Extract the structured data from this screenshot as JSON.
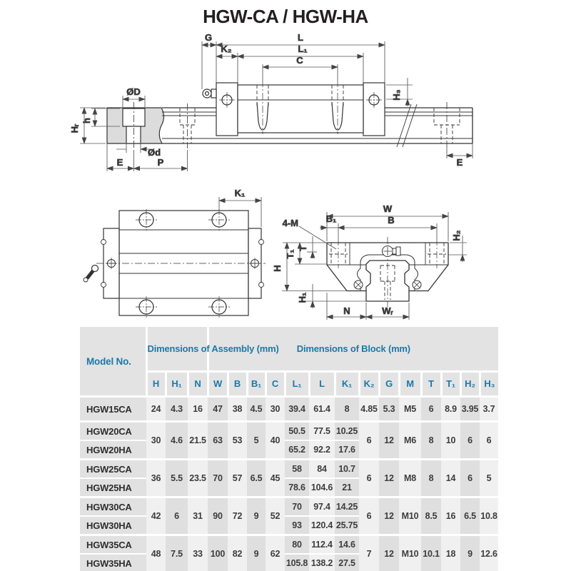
{
  "title": "HGW-CA / HGW-HA",
  "colors": {
    "header-text": "#1b79a8",
    "header-bg": "#e3e3e3",
    "band-light": "#f0f0f0",
    "band-dark": "#dfdfdf",
    "model-bg": "#e1e1e1",
    "rail-fill": "#dcdcdc",
    "line": "#333333",
    "title": "#231f20"
  },
  "drawings": {
    "labels": {
      "g": "G",
      "k2": "K₂",
      "l": "L",
      "l1": "L₁",
      "c": "C",
      "h3": "H₃",
      "e_right": "E",
      "od_big": "ØD",
      "h_small": "h",
      "hr": "Hᵣ",
      "od_small": "Ød",
      "e_left": "E",
      "p": "P",
      "k1": "K₁",
      "w": "W",
      "b1": "B₁",
      "b": "B",
      "four_m": "4-M",
      "h2": "H₂",
      "t": "T",
      "t1": "T₁",
      "h_block": "H",
      "h1": "H₁",
      "n": "N",
      "wr": "Wᵣ"
    }
  },
  "table": {
    "model_header": "Model No.",
    "assembly_header": "Dimensions of Assembly (mm)",
    "block_header": "Dimensions of Block (mm)",
    "columns": [
      "H",
      "H₁",
      "N",
      "W",
      "B",
      "B₁",
      "C",
      "L₁",
      "L",
      "K₁",
      "K₂",
      "G",
      "M",
      "T",
      "T₁",
      "H₂",
      "H₃"
    ],
    "groups": [
      {
        "models": [
          "HGW15CA"
        ],
        "rows": [
          [
            "39.4",
            "61.4",
            "8"
          ]
        ],
        "shared": [
          "24",
          "4.3",
          "16",
          "47",
          "38",
          "4.5",
          "30",
          "4.85",
          "5.3",
          "M5",
          "6",
          "8.9",
          "3.95",
          "3.7"
        ]
      },
      {
        "models": [
          "HGW20CA",
          "HGW20HA"
        ],
        "rows": [
          [
            "50.5",
            "77.5",
            "10.25"
          ],
          [
            "65.2",
            "92.2",
            "17.6"
          ]
        ],
        "shared": [
          "30",
          "4.6",
          "21.5",
          "63",
          "53",
          "5",
          "40",
          "6",
          "12",
          "M6",
          "8",
          "10",
          "6",
          "6"
        ]
      },
      {
        "models": [
          "HGW25CA",
          "HGW25HA"
        ],
        "rows": [
          [
            "58",
            "84",
            "10.7"
          ],
          [
            "78.6",
            "104.6",
            "21"
          ]
        ],
        "shared": [
          "36",
          "5.5",
          "23.5",
          "70",
          "57",
          "6.5",
          "45",
          "6",
          "12",
          "M8",
          "8",
          "14",
          "6",
          "5"
        ]
      },
      {
        "models": [
          "HGW30CA",
          "HGW30HA"
        ],
        "rows": [
          [
            "70",
            "97.4",
            "14.25"
          ],
          [
            "93",
            "120.4",
            "25.75"
          ]
        ],
        "shared": [
          "42",
          "6",
          "31",
          "90",
          "72",
          "9",
          "52",
          "6",
          "12",
          "M10",
          "8.5",
          "16",
          "6.5",
          "10.8"
        ]
      },
      {
        "models": [
          "HGW35CA",
          "HGW35HA"
        ],
        "rows": [
          [
            "80",
            "112.4",
            "14.6"
          ],
          [
            "105.8",
            "138.2",
            "27.5"
          ]
        ],
        "shared": [
          "48",
          "7.5",
          "33",
          "100",
          "82",
          "9",
          "62",
          "7",
          "12",
          "M10",
          "10.1",
          "18",
          "9",
          "12.6"
        ]
      }
    ]
  }
}
